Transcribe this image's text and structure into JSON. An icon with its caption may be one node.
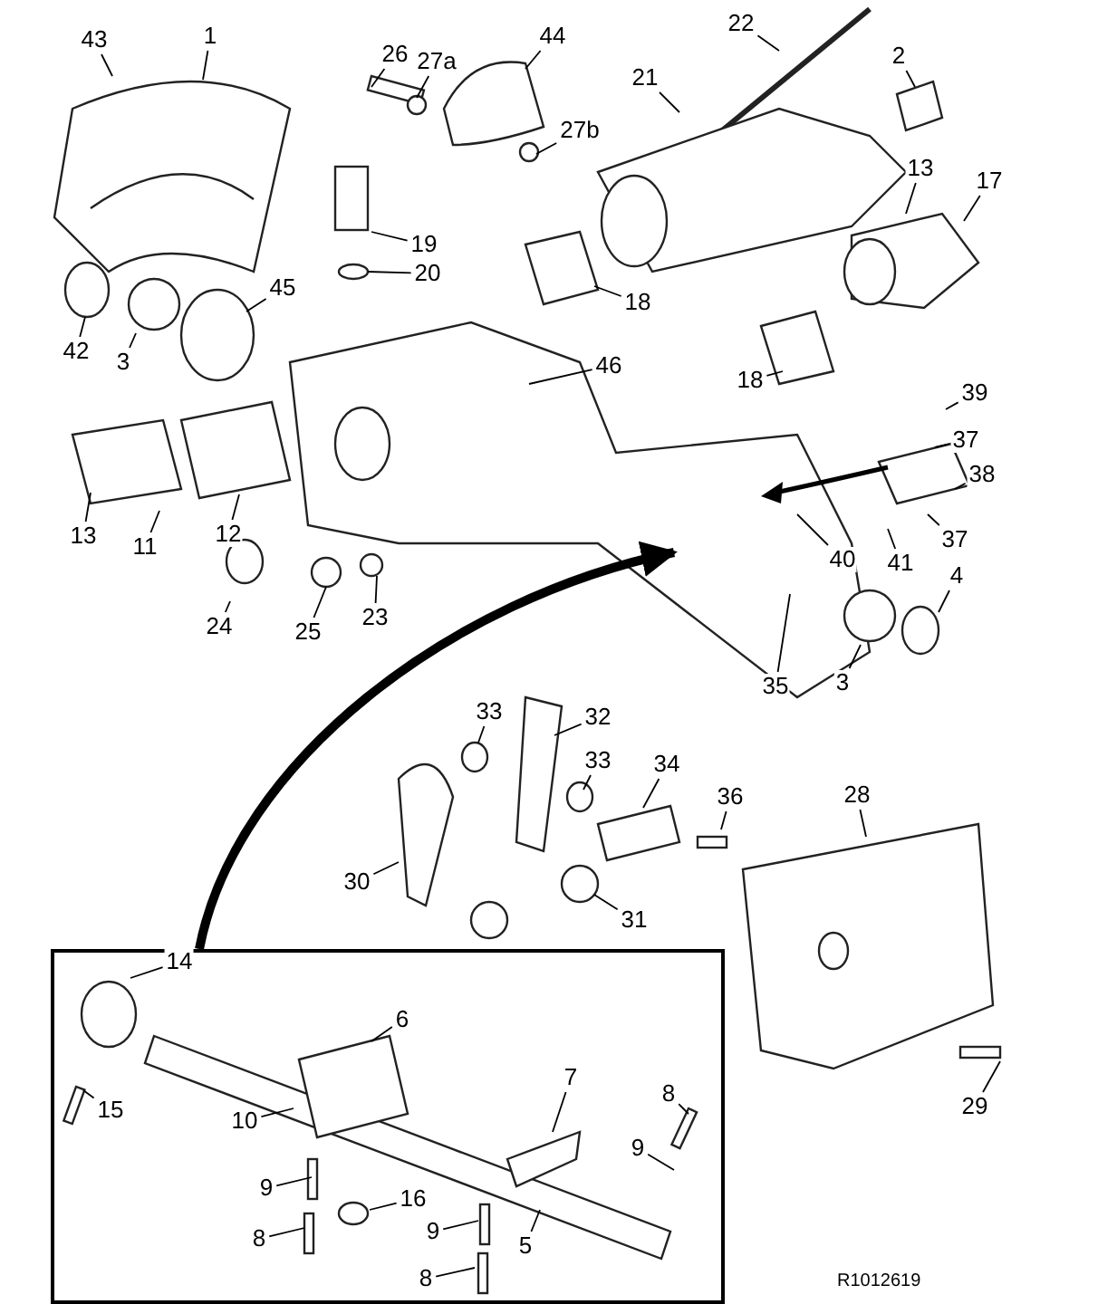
{
  "diagram": {
    "nodes": [
      {
        "text": [
          "43"
        ]
      },
      {
        "text": [
          "1"
        ]
      },
      {
        "text": [
          "26"
        ]
      },
      {
        "text": [
          "27a"
        ]
      },
      {
        "text": [
          "44"
        ]
      },
      {
        "text": [
          "22"
        ]
      },
      {
        "text": [
          "21"
        ]
      },
      {
        "text": [
          "2"
        ]
      },
      {
        "text": [
          "27b"
        ]
      },
      {
        "text": [
          "19"
        ]
      },
      {
        "text": [
          "20"
        ]
      },
      {
        "text": [
          "13"
        ]
      },
      {
        "text": [
          "17"
        ]
      },
      {
        "text": [
          "18"
        ]
      },
      {
        "text": [
          "42"
        ]
      },
      {
        "text": [
          "3"
        ]
      },
      {
        "text": [
          "45"
        ]
      },
      {
        "text": [
          "46"
        ]
      },
      {
        "text": [
          "18"
        ]
      },
      {
        "text": [
          "39"
        ]
      },
      {
        "text": [
          "37"
        ]
      },
      {
        "text": [
          "38"
        ]
      },
      {
        "text": [
          "13"
        ]
      },
      {
        "text": [
          "11"
        ]
      },
      {
        "text": [
          "12"
        ]
      },
      {
        "text": [
          "40"
        ]
      },
      {
        "text": [
          "41"
        ]
      },
      {
        "text": [
          "37"
        ]
      },
      {
        "text": [
          "24"
        ]
      },
      {
        "text": [
          "25"
        ]
      },
      {
        "text": [
          "23"
        ]
      },
      {
        "text": [
          "4"
        ]
      },
      {
        "text": [
          "35"
        ]
      },
      {
        "text": [
          "3"
        ]
      },
      {
        "text": [
          "33"
        ]
      },
      {
        "text": [
          "32"
        ]
      },
      {
        "text": [
          "33"
        ]
      },
      {
        "text": [
          "34"
        ]
      },
      {
        "text": [
          "36"
        ]
      },
      {
        "text": [
          "28"
        ]
      },
      {
        "text": [
          "30"
        ]
      },
      {
        "text": [
          "31"
        ]
      },
      {
        "text": [
          "29"
        ]
      },
      {
        "text": [],
        "shape": "box"
      },
      {
        "text": [
          "14"
        ],
        "in": 43
      },
      {
        "text": [
          "6"
        ],
        "in": 43
      },
      {
        "text": [
          "15"
        ],
        "in": 43
      },
      {
        "text": [
          "10"
        ],
        "in": 43
      },
      {
        "text": [
          "7"
        ],
        "in": 43
      },
      {
        "text": [
          "8"
        ],
        "in": 43
      },
      {
        "text": [
          "9"
        ],
        "in": 43
      },
      {
        "text": [
          "9"
        ],
        "in": 43
      },
      {
        "text": [
          "16"
        ],
        "in": 43
      },
      {
        "text": [
          "9"
        ],
        "in": 43
      },
      {
        "text": [
          "8"
        ],
        "in": 43
      },
      {
        "text": [
          "5"
        ],
        "in": 43
      },
      {
        "text": [
          "8"
        ],
        "in": 43
      }
    ],
    "edges": [
      {
        "from": 0,
        "to": null,
        "arrow": "none"
      },
      {
        "from": 1,
        "to": null,
        "arrow": "none"
      },
      {
        "from": 2,
        "to": null,
        "arrow": "none"
      },
      {
        "from": 3,
        "to": null,
        "arrow": "none"
      },
      {
        "from": 4,
        "to": null,
        "arrow": "none"
      },
      {
        "from": 5,
        "to": null,
        "arrow": "none"
      },
      {
        "from": 6,
        "to": null,
        "arrow": "none"
      },
      {
        "from": 7,
        "to": null,
        "arrow": "none"
      },
      {
        "from": 8,
        "to": null,
        "arrow": "none"
      },
      {
        "from": 9,
        "to": null,
        "arrow": "none"
      },
      {
        "from": 10,
        "to": null,
        "arrow": "none"
      },
      {
        "from": 11,
        "to": null,
        "arrow": "none"
      },
      {
        "from": 12,
        "to": null,
        "arrow": "none"
      },
      {
        "from": 13,
        "to": null,
        "arrow": "none"
      },
      {
        "from": 14,
        "to": null,
        "arrow": "none"
      },
      {
        "from": 15,
        "to": null,
        "arrow": "none"
      },
      {
        "from": 16,
        "to": null,
        "arrow": "none"
      },
      {
        "from": 17,
        "to": null,
        "arrow": "none"
      },
      {
        "from": 18,
        "to": null,
        "arrow": "none"
      },
      {
        "from": 19,
        "to": null,
        "arrow": "none"
      },
      {
        "from": 20,
        "to": null,
        "arrow": "none"
      },
      {
        "from": 21,
        "to": null,
        "arrow": "none"
      },
      {
        "from": 22,
        "to": null,
        "arrow": "none"
      },
      {
        "from": 23,
        "to": null,
        "arrow": "none"
      },
      {
        "from": 24,
        "to": null,
        "arrow": "none"
      },
      {
        "from": 25,
        "to": null,
        "arrow": "none"
      },
      {
        "from": 26,
        "to": null,
        "arrow": "none"
      },
      {
        "from": 27,
        "to": null,
        "arrow": "none"
      },
      {
        "from": 28,
        "to": null,
        "arrow": "none"
      },
      {
        "from": 29,
        "to": null,
        "arrow": "none"
      },
      {
        "from": 30,
        "to": null,
        "arrow": "none"
      },
      {
        "from": 31,
        "to": null,
        "arrow": "none"
      },
      {
        "from": 32,
        "to": null,
        "arrow": "none"
      },
      {
        "from": 33,
        "to": null,
        "arrow": "none"
      },
      {
        "from": 34,
        "to": null,
        "arrow": "none"
      },
      {
        "from": 35,
        "to": null,
        "arrow": "none"
      },
      {
        "from": 36,
        "to": null,
        "arrow": "none"
      },
      {
        "from": 37,
        "to": null,
        "arrow": "none"
      },
      {
        "from": 38,
        "to": null,
        "arrow": "none"
      },
      {
        "from": 39,
        "to": null,
        "arrow": "none"
      },
      {
        "from": 40,
        "to": null,
        "arrow": "none"
      },
      {
        "from": 41,
        "to": null,
        "arrow": "none"
      },
      {
        "from": 42,
        "to": null,
        "arrow": "none"
      },
      {
        "from": 43,
        "to": null,
        "arrow": "to",
        "style": "thick"
      },
      {
        "from": 44,
        "to": null,
        "arrow": "none"
      },
      {
        "from": 45,
        "to": null,
        "arrow": "none"
      },
      {
        "from": 46,
        "to": null,
        "arrow": "none"
      },
      {
        "from": 47,
        "to": null,
        "arrow": "none"
      },
      {
        "from": 48,
        "to": null,
        "arrow": "none"
      },
      {
        "from": 49,
        "to": null,
        "arrow": "none"
      },
      {
        "from": 50,
        "to": null,
        "arrow": "none"
      },
      {
        "from": 51,
        "to": null,
        "arrow": "none"
      },
      {
        "from": 52,
        "to": null,
        "arrow": "none"
      },
      {
        "from": 53,
        "to": null,
        "arrow": "none"
      },
      {
        "from": 54,
        "to": null,
        "arrow": "none"
      },
      {
        "from": 55,
        "to": null,
        "arrow": "none"
      },
      {
        "from": 56,
        "to": null,
        "arrow": "none"
      }
    ],
    "labels": [
      "R1012619"
    ]
  }
}
